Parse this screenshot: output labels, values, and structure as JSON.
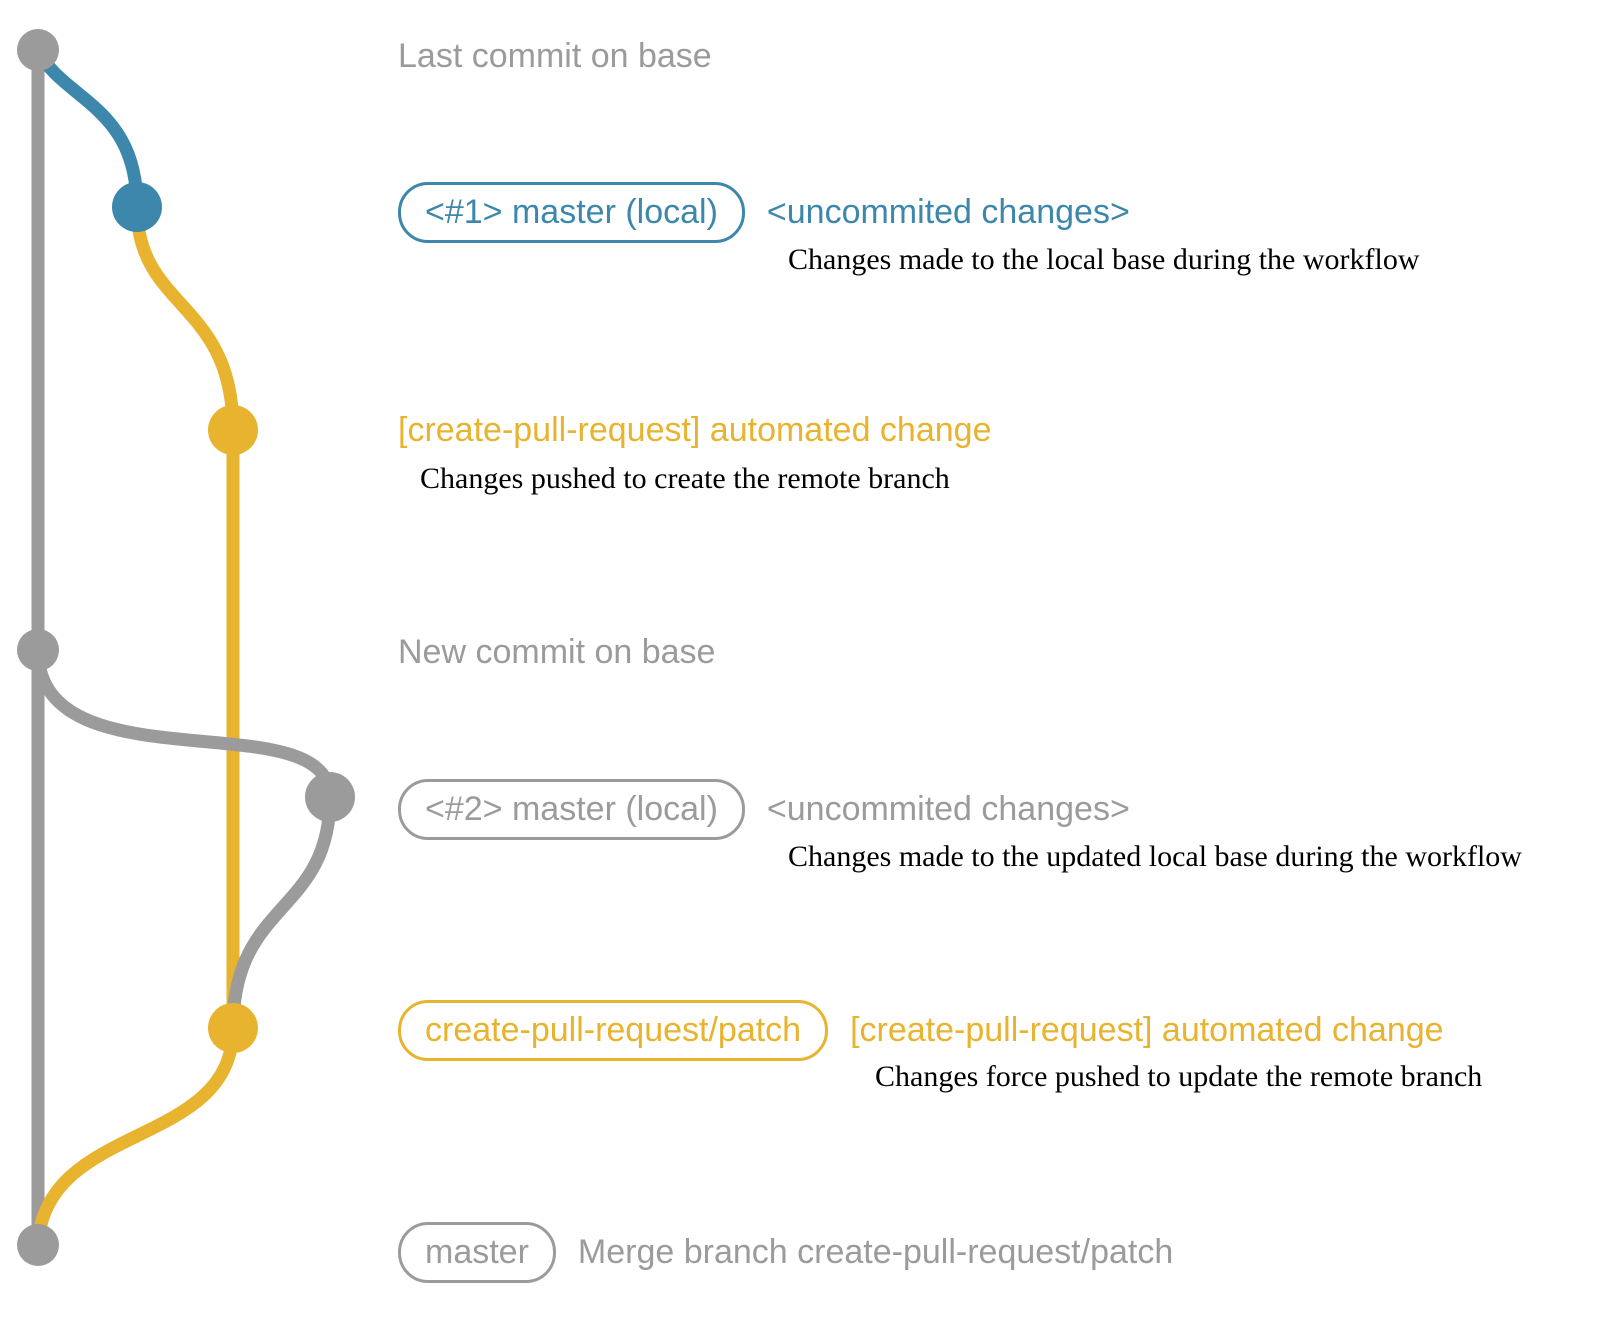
{
  "colors": {
    "base": "#9b9b9b",
    "local": "#3c87ab",
    "patch": "#e8b32e",
    "description": "#000000"
  },
  "annotations": {
    "last_commit_title": "Last commit on base",
    "new_commit_title": "New commit on base",
    "local1": {
      "pill": "<#1> master (local)",
      "status": "<uncommited changes>",
      "description": "Changes made to the local base during the workflow"
    },
    "push1": {
      "label": "[create-pull-request] automated change",
      "description": "Changes pushed to create the remote branch"
    },
    "local2": {
      "pill": "<#2> master (local)",
      "status": "<uncommited changes>",
      "description": "Changes made to the updated local base during the workflow"
    },
    "push2": {
      "pill": "create-pull-request/patch",
      "label": "[create-pull-request] automated change",
      "description": "Changes force pushed to update the remote branch"
    },
    "merge": {
      "pill": "master",
      "label": "Merge branch create-pull-request/patch"
    }
  }
}
